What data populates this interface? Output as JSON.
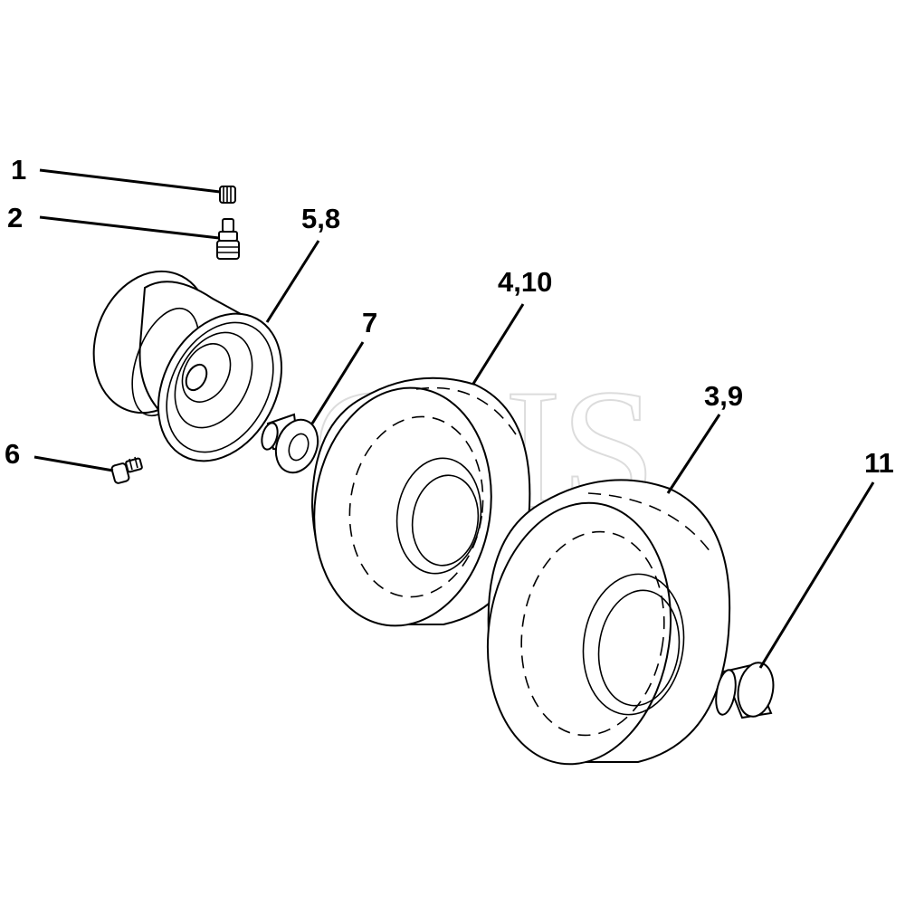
{
  "watermark": "GHS",
  "callouts": [
    {
      "label": "1"
    },
    {
      "label": "2"
    },
    {
      "label": "5,8"
    },
    {
      "label": "7"
    },
    {
      "label": "4,10"
    },
    {
      "label": "3,9"
    },
    {
      "label": "6"
    },
    {
      "label": "11"
    }
  ]
}
